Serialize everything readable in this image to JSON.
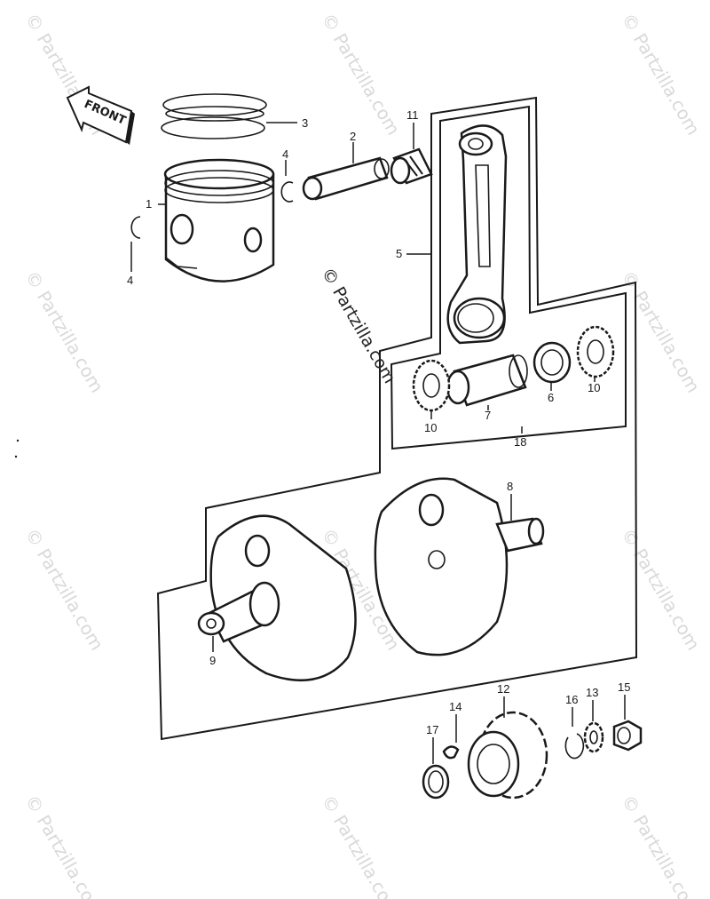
{
  "diagram": {
    "front_label": "FRONT",
    "watermark": "© Partzilla.com",
    "callouts": {
      "c1": "1",
      "c2": "2",
      "c3": "3",
      "c4a": "4",
      "c4b": "4",
      "c5": "5",
      "c6": "6",
      "c7": "7",
      "c8": "8",
      "c9": "9",
      "c10a": "10",
      "c10b": "10",
      "c11": "11",
      "c12": "12",
      "c13": "13",
      "c14": "14",
      "c15": "15",
      "c16": "16",
      "c17": "17",
      "c18": "18"
    }
  }
}
